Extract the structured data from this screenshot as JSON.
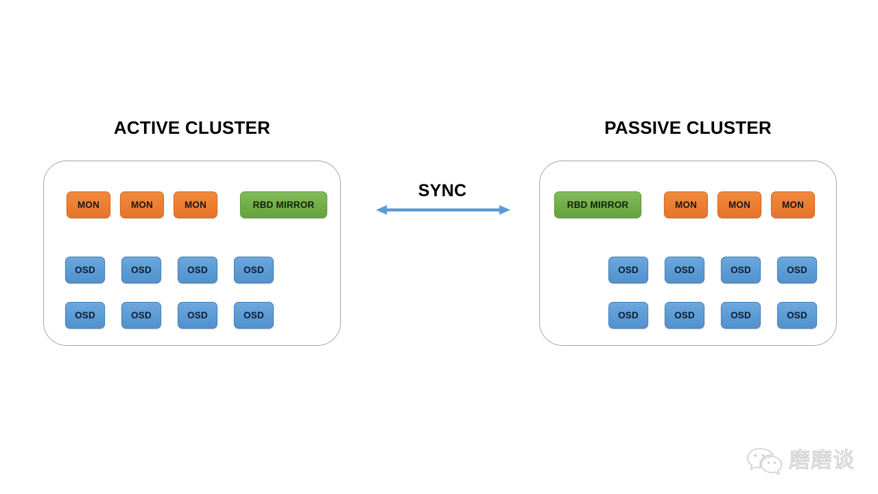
{
  "diagram": {
    "title_active": "ACTIVE CLUSTER",
    "title_passive": "PASSIVE CLUSTER",
    "sync_label": "SYNC",
    "colors": {
      "mon": "#ED7D31",
      "osd": "#5B9BD5",
      "rbd_mirror": "#70AD47",
      "arrow": "#5B9BD5",
      "container_border": "#A6A6A6",
      "title_text": "#000000",
      "background": "#FFFFFF"
    },
    "clusters": [
      {
        "id": "active",
        "title": "ACTIVE CLUSTER",
        "top_row": [
          {
            "label": "MON",
            "type": "mon"
          },
          {
            "label": "MON",
            "type": "mon"
          },
          {
            "label": "MON",
            "type": "mon"
          },
          {
            "label": "RBD MIRROR",
            "type": "rbd"
          }
        ],
        "osd_row_1": [
          {
            "label": "OSD"
          },
          {
            "label": "OSD"
          },
          {
            "label": "OSD"
          },
          {
            "label": "OSD"
          }
        ],
        "osd_row_2": [
          {
            "label": "OSD"
          },
          {
            "label": "OSD"
          },
          {
            "label": "OSD"
          },
          {
            "label": "OSD"
          }
        ]
      },
      {
        "id": "passive",
        "title": "PASSIVE CLUSTER",
        "top_row": [
          {
            "label": "RBD MIRROR",
            "type": "rbd"
          },
          {
            "label": "MON",
            "type": "mon"
          },
          {
            "label": "MON",
            "type": "mon"
          },
          {
            "label": "MON",
            "type": "mon"
          }
        ],
        "osd_row_1": [
          {
            "label": "OSD"
          },
          {
            "label": "OSD"
          },
          {
            "label": "OSD"
          },
          {
            "label": "OSD"
          }
        ],
        "osd_row_2": [
          {
            "label": "OSD"
          },
          {
            "label": "OSD"
          },
          {
            "label": "OSD"
          },
          {
            "label": "OSD"
          }
        ]
      }
    ]
  },
  "watermark": {
    "text": "磨磨谈",
    "icon": "wechat-logo"
  }
}
